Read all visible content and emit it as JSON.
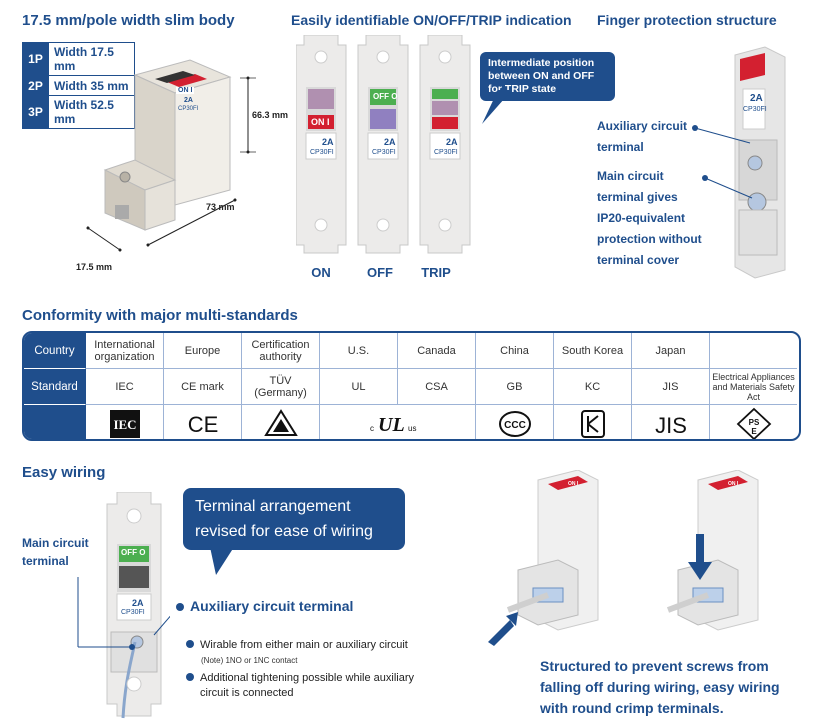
{
  "slim": {
    "title": "17.5 mm/pole width slim body",
    "rows": [
      {
        "pole": "1P",
        "width": "Width 17.5 mm"
      },
      {
        "pole": "2P",
        "width": "Width 35 mm"
      },
      {
        "pole": "3P",
        "width": "Width 52.5 mm"
      }
    ],
    "dim_height": "66.3 mm",
    "dim_depth": "73 mm",
    "dim_width": "17.5 mm",
    "label_on": "ON I",
    "label_rating": "2A",
    "label_model": "CP30FI"
  },
  "indication": {
    "title": "Easily identifiable ON/OFF/TRIP indication",
    "callout": "Intermediate position between ON and OFF for TRIP state",
    "states": [
      "ON",
      "OFF",
      "TRIP"
    ],
    "label_on": "ON I",
    "label_off": "OFF O",
    "label_rating": "2A",
    "label_model": "CP30FI"
  },
  "finger": {
    "title": "Finger protection structure",
    "aux_label": "Auxiliary circuit terminal",
    "aux_lines": [
      "Auxiliary circuit",
      "terminal"
    ],
    "main_lines": [
      "Main circuit",
      "terminal gives",
      "IP20-equivalent",
      "protection without",
      "terminal cover"
    ]
  },
  "conformity": {
    "title": "Conformity with major multi-standards",
    "row_country_label": "Country",
    "row_standard_label": "Standard",
    "columns": [
      {
        "country": "International organization",
        "standard": "IEC",
        "mark": "IEC"
      },
      {
        "country": "Europe",
        "standard": "CE mark",
        "mark": "CE"
      },
      {
        "country": "Certification authority",
        "standard": "TÜV (Germany)",
        "mark": "TÜV"
      },
      {
        "country": "U.S.",
        "standard": "UL",
        "mark": "cULus"
      },
      {
        "country": "Canada",
        "standard": "CSA",
        "mark": ""
      },
      {
        "country": "China",
        "standard": "GB",
        "mark": "CCC"
      },
      {
        "country": "South Korea",
        "standard": "KC",
        "mark": "KC"
      },
      {
        "country": "Japan",
        "standard": "JIS",
        "mark": "JIS"
      },
      {
        "country": "",
        "standard": "Electrical Appliances and Materials Safety Act",
        "mark": "PSE"
      }
    ]
  },
  "wiring": {
    "title": "Easy wiring",
    "main_terminal": [
      "Main circuit",
      "terminal"
    ],
    "callout": [
      "Terminal arrangement",
      "revised for ease of wiring"
    ],
    "aux_terminal": "Auxiliary circuit terminal",
    "bullet1": "Wirable from either main or auxiliary circuit",
    "note": "(Note) 1NO or 1NC contact",
    "bullet2_lines": [
      "Additional tightening possible while auxiliary",
      "circuit is connected"
    ],
    "bottom_lines": [
      "Structured to prevent screws from",
      "falling off during wiring, easy wiring",
      "with round crimp terminals."
    ],
    "label_off": "OFF O",
    "label_rating": "2A",
    "label_model": "CP30FI"
  },
  "colors": {
    "brand": "#1f4e8c",
    "on_red": "#d32030",
    "off_green": "#4caf50"
  }
}
